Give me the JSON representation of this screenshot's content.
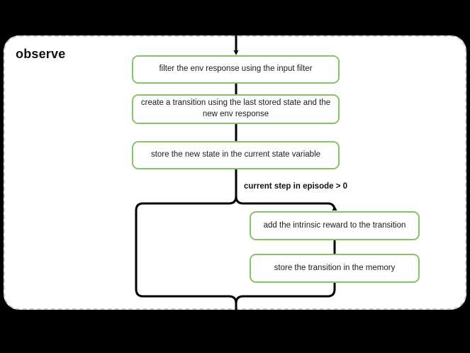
{
  "diagram": {
    "title": "observe",
    "type": "flowchart",
    "background_color": "#000000",
    "panel_color": "#ffffff",
    "panel_border_color": "#cccccc",
    "node_border_color": "#86c46a",
    "connector_color": "#000000"
  },
  "nodes": {
    "filter": "filter the env response using the input filter",
    "create_transition": "create a transition using the last stored state and the new env response",
    "store_state": "store the new state in the current state variable",
    "intrinsic_reward": "add the intrinsic reward to the transition",
    "store_memory": "store the transition in the memory"
  },
  "edges": {
    "condition_label": "current step in episode > 0"
  }
}
